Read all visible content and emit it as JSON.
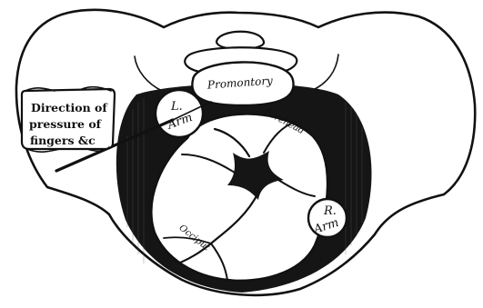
{
  "labels": {
    "promontory": "Promontory",
    "left_arm_line1": "L.",
    "left_arm_line2": "Arm",
    "right_arm_line1": "R.",
    "right_arm_line2": "Arm",
    "forehead": "Forehead",
    "occiput": "Occiput",
    "direction_line1": "Direction of",
    "direction_line2": "pressure of",
    "direction_line3": "fingers &c"
  },
  "colors": {
    "ink": "#111111",
    "paper": "#ffffff"
  }
}
